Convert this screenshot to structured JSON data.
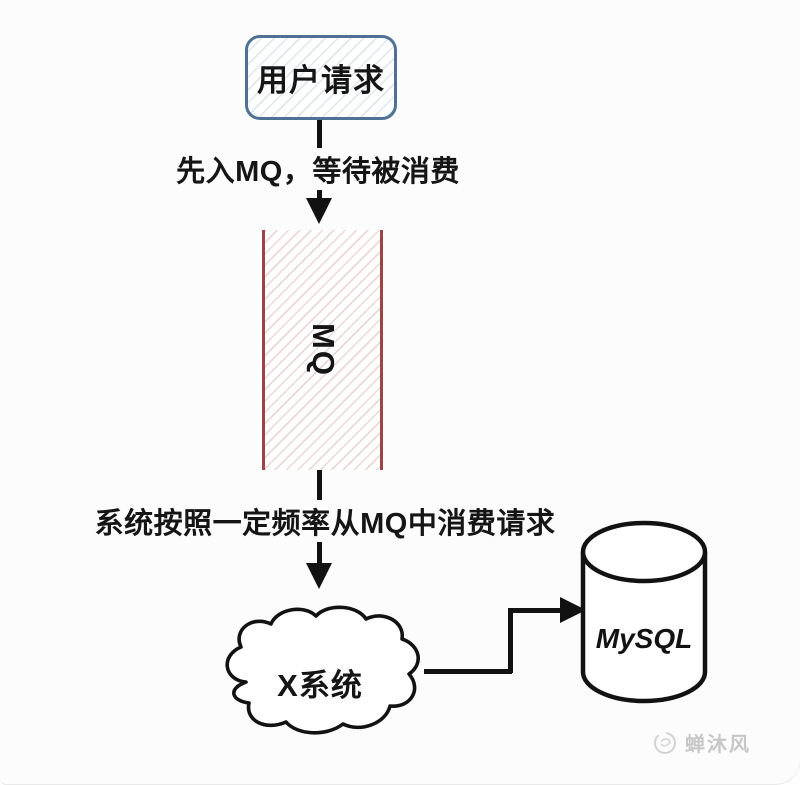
{
  "diagram": {
    "nodes": {
      "user_request": {
        "label": "用户请求",
        "shape": "rounded-rect",
        "border_color": "#4e7195"
      },
      "mq": {
        "label": "MQ",
        "shape": "vertical-rect",
        "border_color": "#9c4343"
      },
      "x_system": {
        "label": "X系统",
        "shape": "cloud",
        "border_color": "#121212"
      },
      "mysql": {
        "label": "MySQL",
        "shape": "cylinder",
        "border_color": "#121212"
      }
    },
    "edges": [
      {
        "from": "user_request",
        "to": "mq",
        "label": "先入MQ，等待被消费"
      },
      {
        "from": "mq",
        "to": "x_system",
        "label": "系统按照一定频率从MQ中消费请求"
      },
      {
        "from": "x_system",
        "to": "mysql",
        "label": ""
      }
    ],
    "colors": {
      "background": "#fcfcfc",
      "blue_border": "#4e7195",
      "blue_hatch": "#c3d0dc",
      "red_border": "#9c4343",
      "pink_hatch": "#ecc9c9",
      "line_black": "#121212",
      "watermark_gray": "#c7c7c7"
    }
  },
  "watermark": {
    "label": "蝉沐风",
    "icon": "cicada-logo"
  }
}
